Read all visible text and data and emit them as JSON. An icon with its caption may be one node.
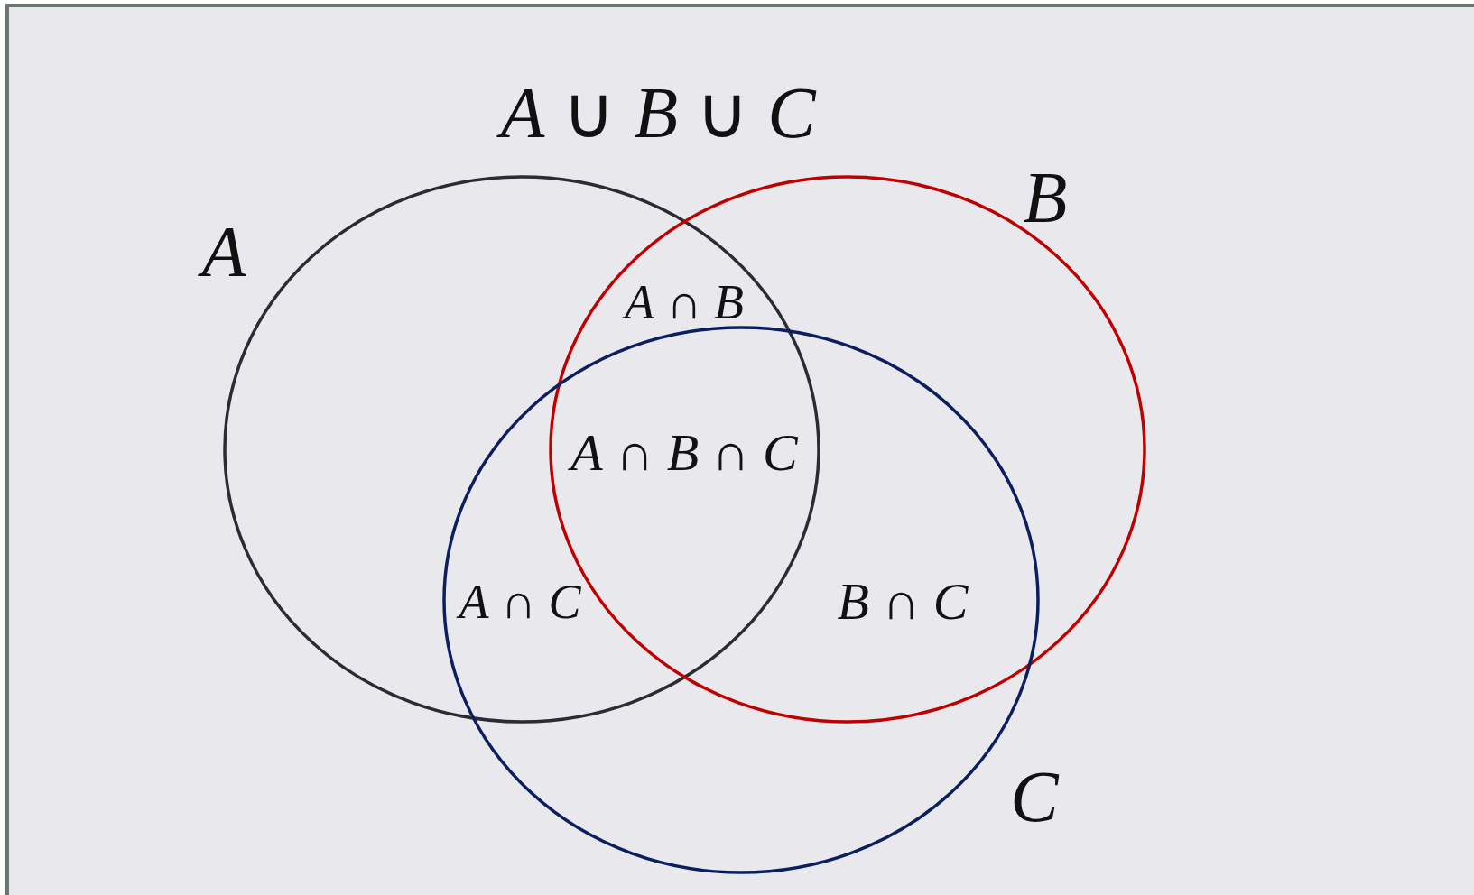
{
  "diagram": {
    "nodes": [
      {
        "text": [
          "A"
        ]
      },
      {
        "text": [
          "B"
        ]
      },
      {
        "text": [
          "C"
        ]
      }
    ],
    "edges": [],
    "labels": [
      "*A* ∪ *B* ∪ *C*",
      "*A* ∩ *B*",
      "*A* ∩ *B* ∩ *C*",
      "*A* ∩ *C*",
      "*B* ∩ *C*"
    ]
  }
}
